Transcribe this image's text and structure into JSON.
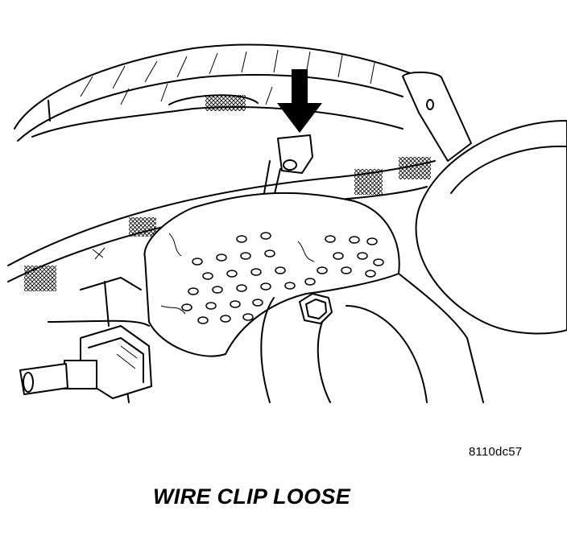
{
  "figure": {
    "reference_code": "8110dc57",
    "caption": "WIRE CLIP LOOSE"
  },
  "illustration": {
    "subject": "wire harness clip on inner fender panel",
    "callout": "arrow-pointing-to-clip"
  }
}
